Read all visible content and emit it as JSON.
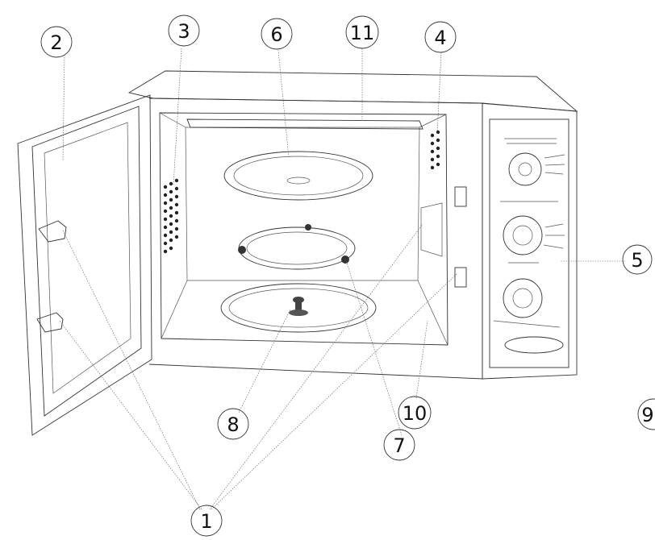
{
  "callouts": [
    {
      "id": "1",
      "label": "1"
    },
    {
      "id": "2",
      "label": "2"
    },
    {
      "id": "3",
      "label": "3"
    },
    {
      "id": "4",
      "label": "4"
    },
    {
      "id": "5",
      "label": "5"
    },
    {
      "id": "6",
      "label": "6"
    },
    {
      "id": "7",
      "label": "7"
    },
    {
      "id": "8",
      "label": "8"
    },
    {
      "id": "9",
      "label": "9"
    },
    {
      "id": "10",
      "label": "10"
    },
    {
      "id": "11",
      "label": "11"
    }
  ],
  "icons": {
    "oven": "microwave-oven",
    "door": "oven-door",
    "turntable": "glass-turntable",
    "ring": "roller-ring",
    "coupler": "drive-coupler",
    "panel": "control-panel"
  }
}
